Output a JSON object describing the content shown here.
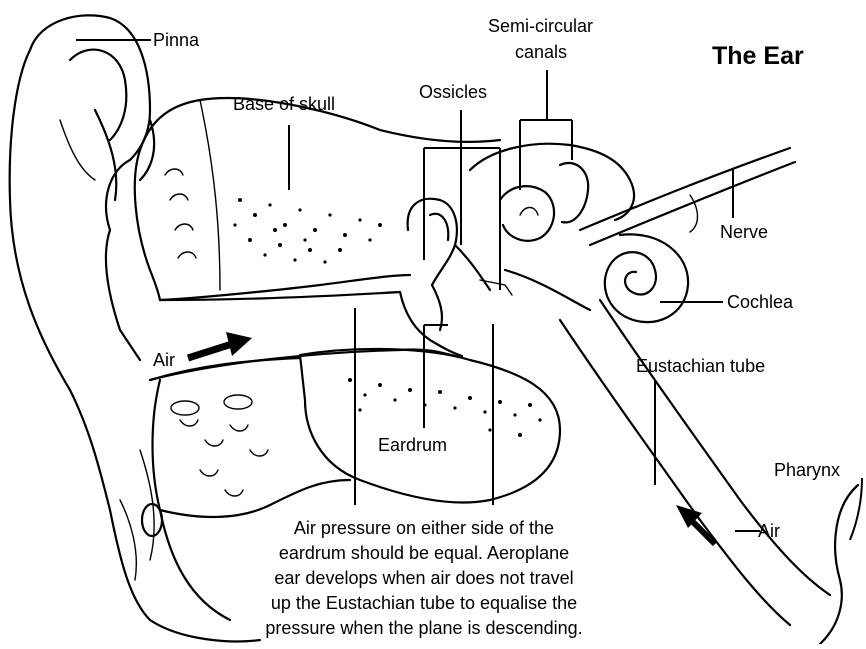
{
  "title": "The Ear",
  "labels": {
    "pinna": "Pinna",
    "semicircular_line1": "Semi-circular",
    "semicircular_line2": "canals",
    "base_of_skull": "Base of skull",
    "ossicles": "Ossicles",
    "nerve": "Nerve",
    "cochlea": "Cochlea",
    "air_outer": "Air",
    "eustachian_tube": "Eustachian tube",
    "eardrum": "Eardrum",
    "pharynx": "Pharynx",
    "air_tube": "Air"
  },
  "caption": [
    "Air pressure on either side of the",
    "eardrum should be equal. Aeroplane",
    "ear develops when air does not travel",
    "up the Eustachian tube to equalise the",
    "pressure when the plane is descending."
  ],
  "colors": {
    "ink": "#000000",
    "background": "#ffffff"
  }
}
